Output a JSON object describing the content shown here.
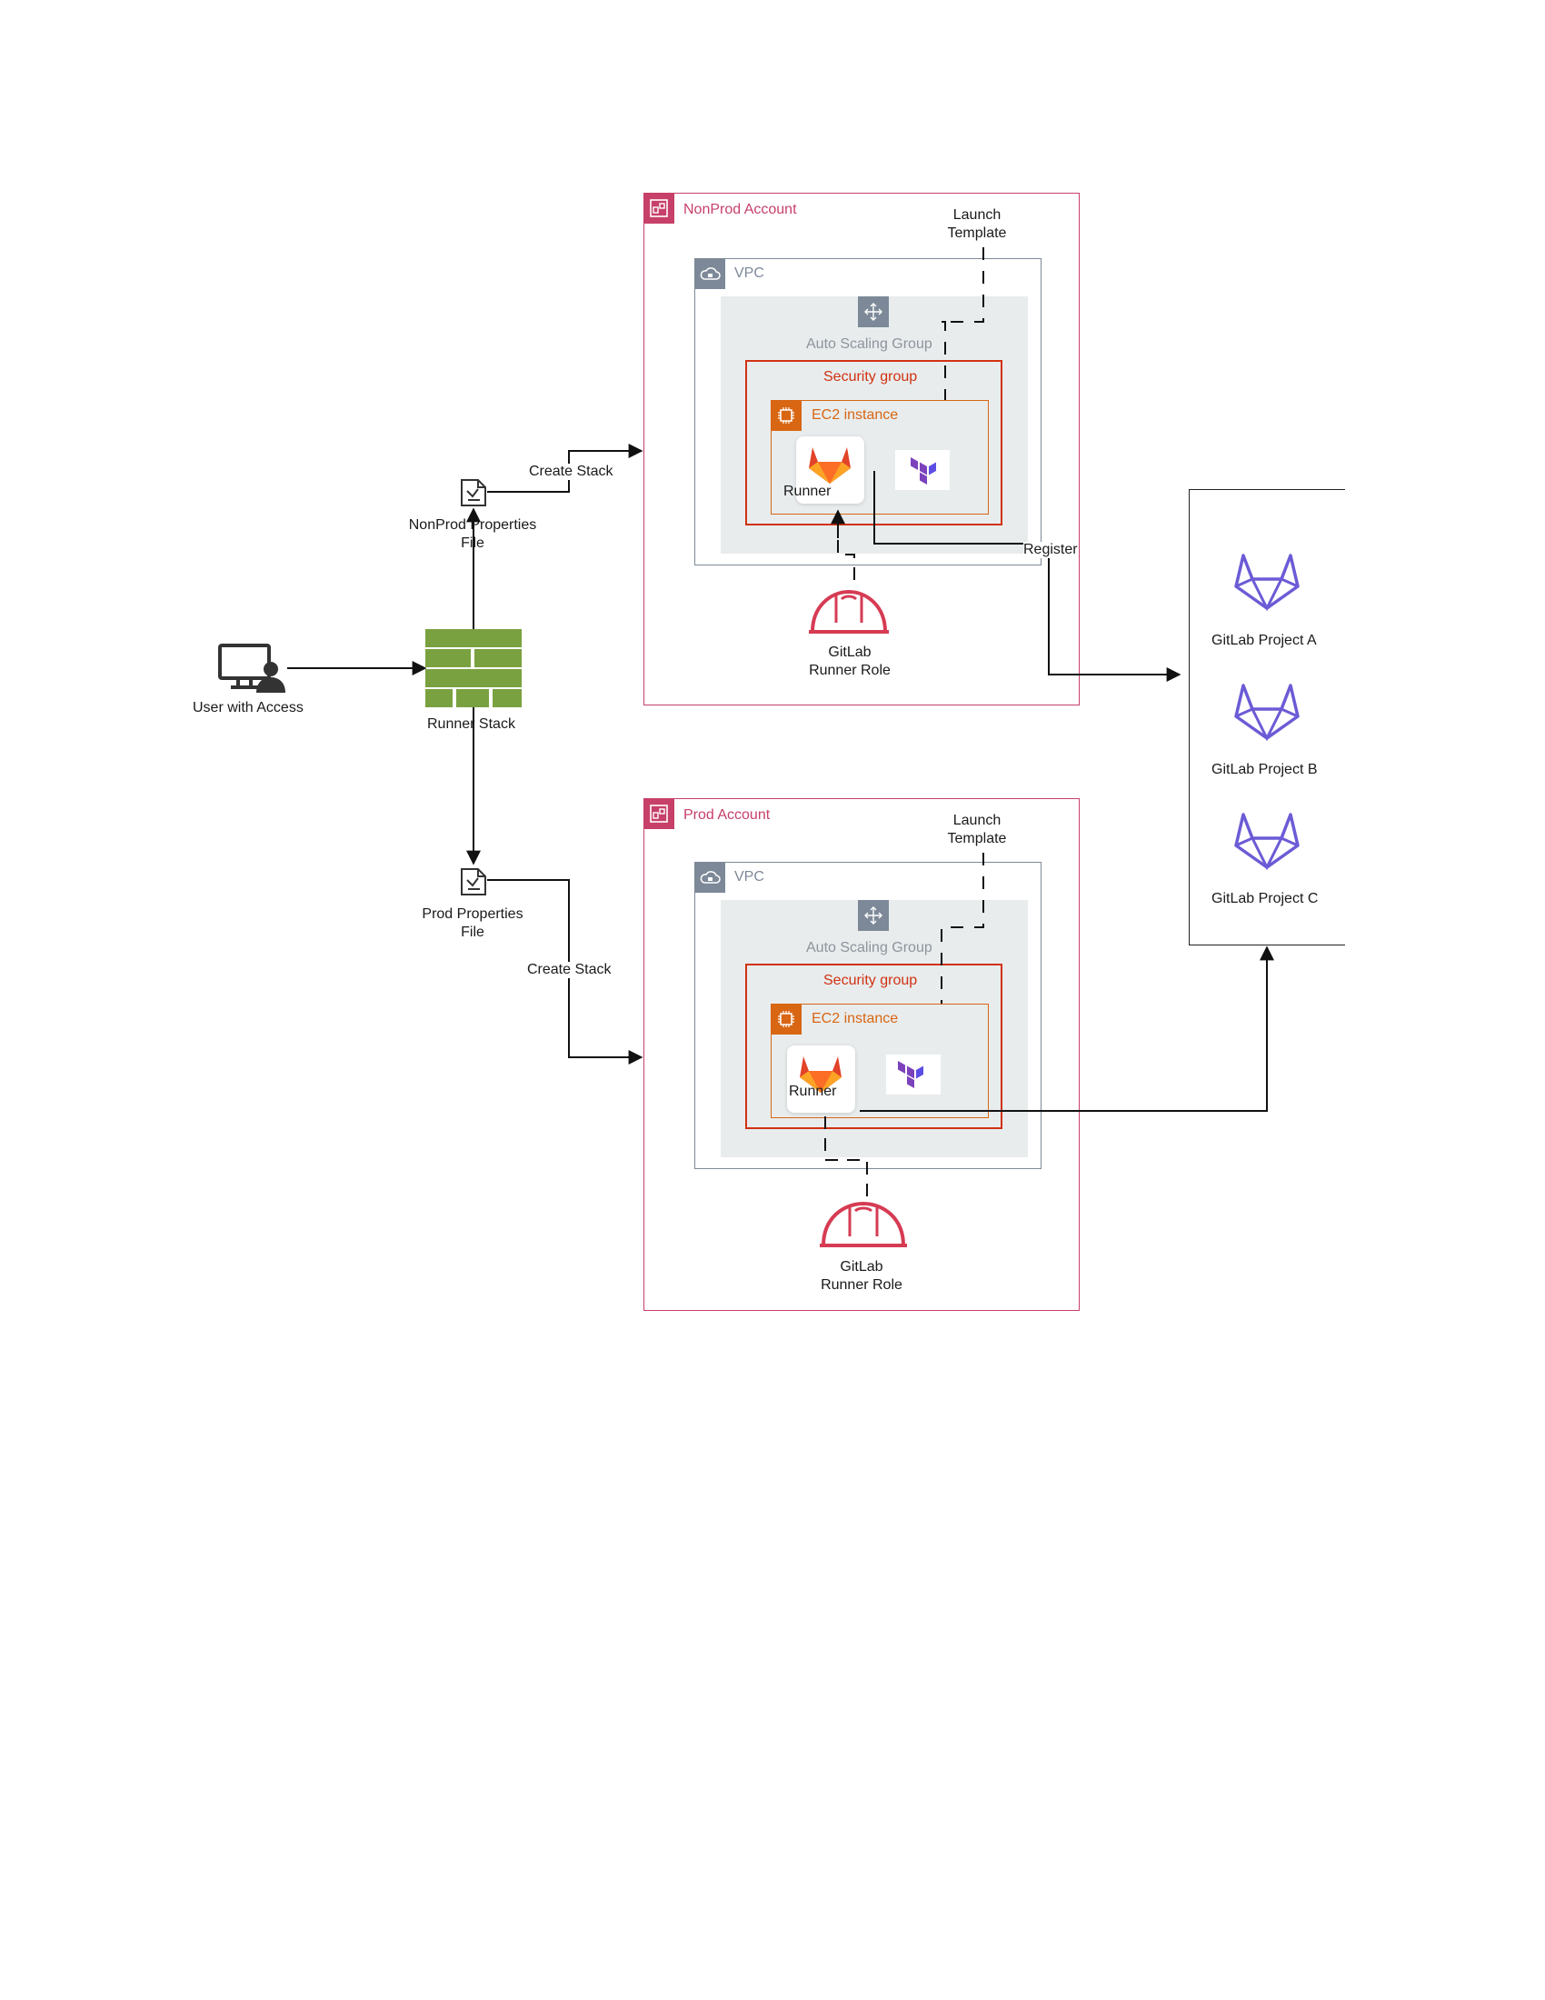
{
  "labels": {
    "user": "User with Access",
    "runner_stack": "Runner Stack",
    "nonprod_props_line1": "NonProd Properties",
    "nonprod_props_line2": "File",
    "prod_props_line1": "Prod Properties",
    "prod_props_line2": "File",
    "create_stack_top": "Create Stack",
    "create_stack_bottom": "Create Stack",
    "register": "Register"
  },
  "nonprod": {
    "account": "NonProd Account",
    "launch_line1": "Launch",
    "launch_line2": "Template",
    "vpc": "VPC",
    "asg": "Auto Scaling Group",
    "sg": "Security group",
    "ec2": "EC2 instance",
    "runner": "Runner",
    "role_line1": "GitLab",
    "role_line2": "Runner Role"
  },
  "prod": {
    "account": "Prod Account",
    "launch_line1": "Launch",
    "launch_line2": "Template",
    "vpc": "VPC",
    "asg": "Auto Scaling Group",
    "sg": "Security group",
    "ec2": "EC2 instance",
    "runner": "Runner",
    "role_line1": "GitLab",
    "role_line2": "Runner Role"
  },
  "projects": [
    "GitLab Project A",
    "GitLab Project B",
    "GitLab Project C"
  ],
  "colors": {
    "account": "#c7406a",
    "vpc": "#7d8998",
    "security_group": "#d13212",
    "ec2": "#d86613",
    "stack": "#7aa140",
    "gitlab_project": "#6b5bd6",
    "terraform": "#7b42bc"
  },
  "icons": {
    "user": "user-desktop-icon",
    "stack": "cloudformation-stack-icon",
    "file": "properties-file-icon",
    "account": "aws-account-icon",
    "vpc": "vpc-cloud-icon",
    "asg": "auto-scaling-icon",
    "ec2": "ec2-chip-icon",
    "runner": "gitlab-fox-icon",
    "terraform": "terraform-icon",
    "role": "iam-role-hardhat-icon",
    "project": "gitlab-project-icon"
  }
}
